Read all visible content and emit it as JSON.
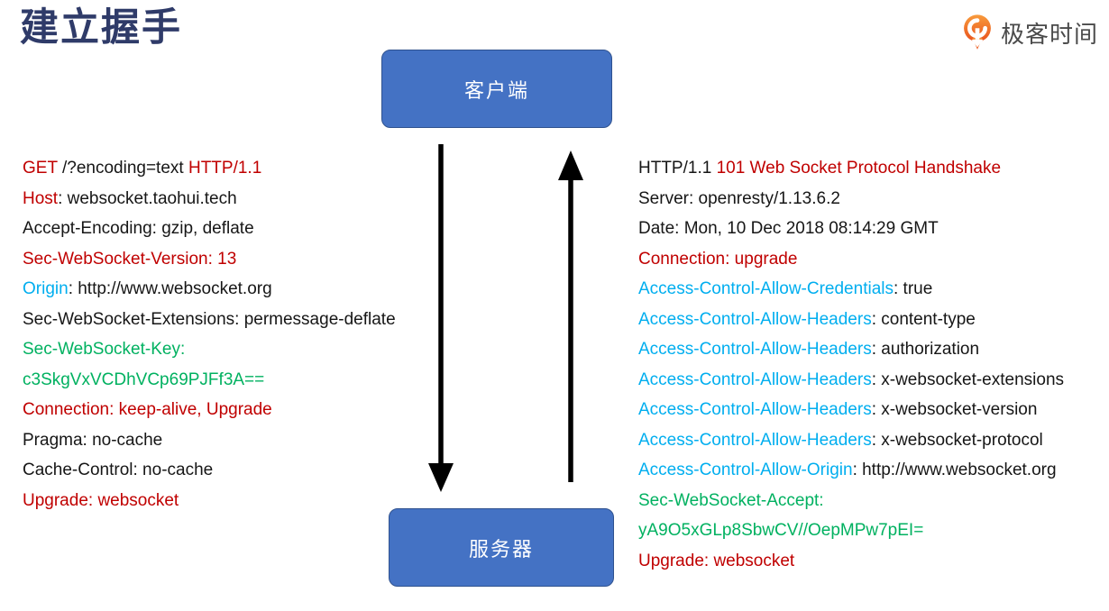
{
  "page": {
    "title": "建立握手"
  },
  "logo": {
    "text": "极客时间",
    "icon": "geektime-logo-icon",
    "icon_color_top": "#F89B3C",
    "icon_color_bottom": "#E9511D",
    "text_color": "#4A4A4A"
  },
  "diagram": {
    "client_label": "客户端",
    "server_label": "服务器",
    "node_fill": "#4472C4",
    "node_border": "#2F528F",
    "arrow_color": "#000000"
  },
  "colors": {
    "title": "#2F3B69",
    "black": "#161616",
    "red": "#C00000",
    "cyan": "#00AEEF",
    "green": "#00B160"
  },
  "request_headers": {
    "lines": [
      [
        {
          "text": "GET",
          "color": "red"
        },
        {
          "text": " /?encoding=text ",
          "color": "black"
        },
        {
          "text": "HTTP/1.1",
          "color": "red"
        }
      ],
      [
        {
          "text": "Host",
          "color": "red"
        },
        {
          "text": ": websocket.taohui.tech",
          "color": "black"
        }
      ],
      [
        {
          "text": "Accept-Encoding: gzip, deflate",
          "color": "black"
        }
      ],
      [
        {
          "text": "Sec-WebSocket-Version: 13",
          "color": "red"
        }
      ],
      [
        {
          "text": "Origin",
          "color": "cyan"
        },
        {
          "text": ": http://www.websocket.org",
          "color": "black"
        }
      ],
      [
        {
          "text": "Sec-WebSocket-Extensions: permessage-deflate",
          "color": "black"
        }
      ],
      [
        {
          "text": "Sec-WebSocket-Key:",
          "color": "green"
        }
      ],
      [
        {
          "text": "c3SkgVxVCDhVCp69PJFf3A==",
          "color": "green"
        }
      ],
      [
        {
          "text": "Connection: keep-alive, Upgrade",
          "color": "red"
        }
      ],
      [
        {
          "text": "Pragma: no-cache",
          "color": "black"
        }
      ],
      [
        {
          "text": "Cache-Control: no-cache",
          "color": "black"
        }
      ],
      [
        {
          "text": "Upgrade: websocket",
          "color": "red"
        }
      ]
    ]
  },
  "response_headers": {
    "lines": [
      [
        {
          "text": "HTTP/1.1 ",
          "color": "black"
        },
        {
          "text": "101 Web Socket Protocol Handshake",
          "color": "red"
        }
      ],
      [
        {
          "text": "Server: openresty/1.13.6.2",
          "color": "black"
        }
      ],
      [
        {
          "text": "Date: Mon, 10 Dec 2018 08:14:29 GMT",
          "color": "black"
        }
      ],
      [
        {
          "text": "Connection: upgrade",
          "color": "red"
        }
      ],
      [
        {
          "text": "Access-Control-Allow-Credentials",
          "color": "cyan"
        },
        {
          "text": ": true",
          "color": "black"
        }
      ],
      [
        {
          "text": "Access-Control-Allow-Headers",
          "color": "cyan"
        },
        {
          "text": ": content-type",
          "color": "black"
        }
      ],
      [
        {
          "text": "Access-Control-Allow-Headers",
          "color": "cyan"
        },
        {
          "text": ": authorization",
          "color": "black"
        }
      ],
      [
        {
          "text": "Access-Control-Allow-Headers",
          "color": "cyan"
        },
        {
          "text": ": x-websocket-extensions",
          "color": "black"
        }
      ],
      [
        {
          "text": "Access-Control-Allow-Headers",
          "color": "cyan"
        },
        {
          "text": ": x-websocket-version",
          "color": "black"
        }
      ],
      [
        {
          "text": "Access-Control-Allow-Headers",
          "color": "cyan"
        },
        {
          "text": ": x-websocket-protocol",
          "color": "black"
        }
      ],
      [
        {
          "text": "Access-Control-Allow-Origin",
          "color": "cyan"
        },
        {
          "text": ": http://www.websocket.org",
          "color": "black"
        }
      ],
      [
        {
          "text": "Sec-WebSocket-Accept:",
          "color": "green"
        }
      ],
      [
        {
          "text": "yA9O5xGLp8SbwCV//OepMPw7pEI=",
          "color": "green"
        }
      ],
      [
        {
          "text": "Upgrade: websocket",
          "color": "red"
        }
      ]
    ]
  }
}
